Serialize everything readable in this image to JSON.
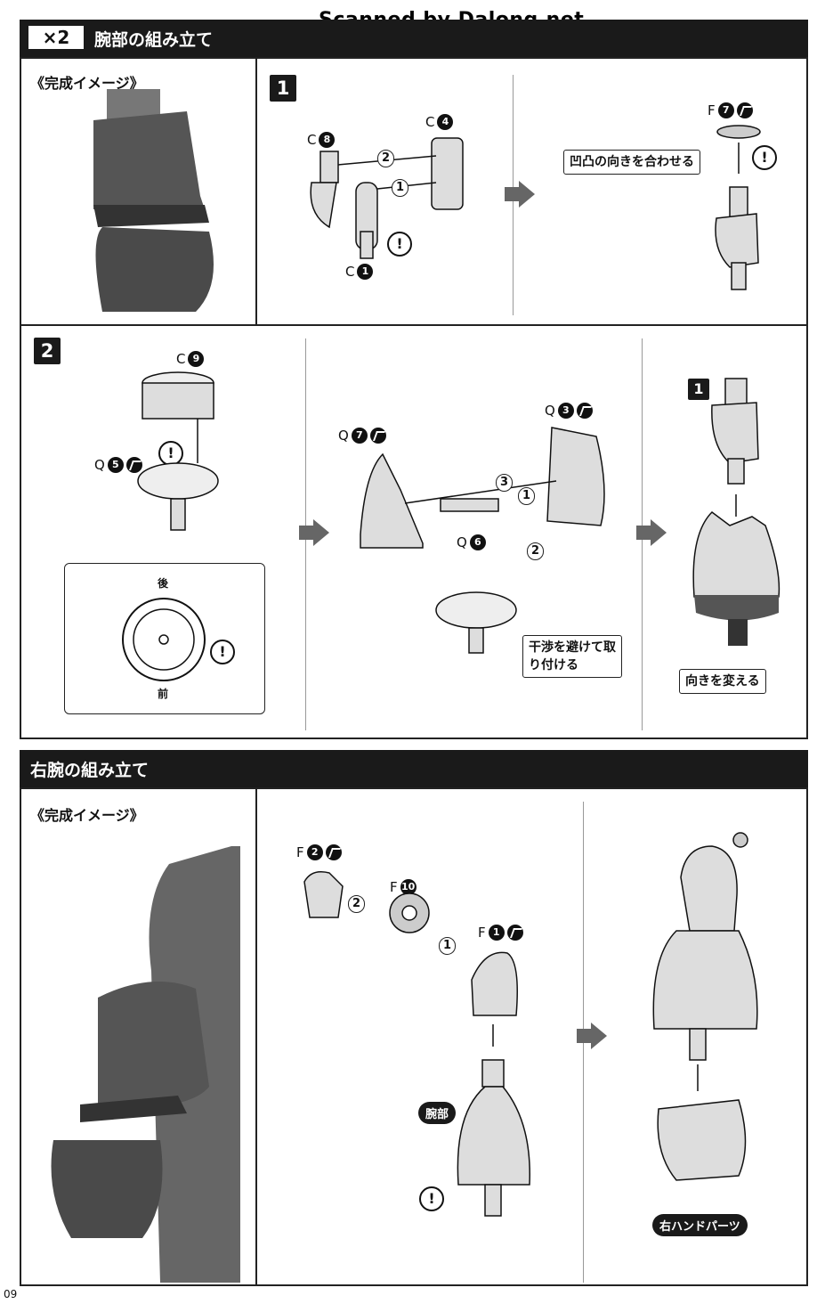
{
  "watermark": "Scanned by Dalong.net",
  "page_number": "09",
  "section1": {
    "multiplier": "×2",
    "title": "腕部の組み立て",
    "image_label": "《完成イメージ》",
    "step1": {
      "num": "1",
      "parts": [
        "C",
        "C",
        "C",
        "F"
      ],
      "part_nums": [
        "8",
        "4",
        "1",
        "7"
      ],
      "seq": [
        "2",
        "1"
      ],
      "callout": "凹凸の向きを合わせる",
      "warn": "!"
    },
    "step2": {
      "num": "2",
      "parts": [
        "C",
        "Q",
        "Q",
        "Q",
        "Q"
      ],
      "part_nums": [
        "9",
        "5",
        "7",
        "3",
        "6"
      ],
      "seq": [
        "3",
        "1",
        "2"
      ],
      "detail_back": "後",
      "detail_front": "前",
      "callout_avoid": "干渉を避けて取り付ける",
      "ref_step": "1",
      "callout_rotate": "向きを変える",
      "warn": "!"
    }
  },
  "section2": {
    "title": "右腕の組み立て",
    "image_label": "《完成イメージ》",
    "parts": [
      "F",
      "F",
      "F"
    ],
    "part_nums": [
      "2",
      "10",
      "1"
    ],
    "seq": [
      "2",
      "1"
    ],
    "arm_label": "腕部",
    "hand_label": "右ハンドパーツ",
    "warn": "!"
  },
  "colors": {
    "band": "#1a1a1a",
    "arrow": "#666666",
    "part_fill": "#cfcfcf",
    "dark_part": "#555555"
  }
}
